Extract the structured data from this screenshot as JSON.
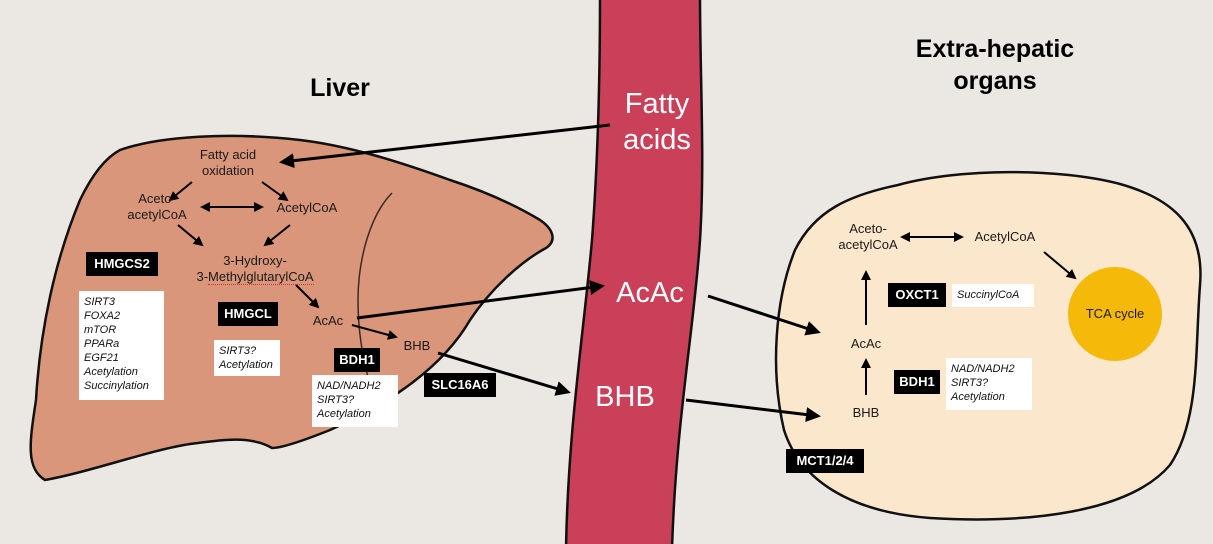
{
  "headings": {
    "liver": "Liver",
    "extra": [
      "Extra-hepatic",
      "organs"
    ]
  },
  "blood": {
    "fatty_acids": [
      "Fatty",
      "acids"
    ],
    "acac": "AcAc",
    "bhb": "BHB"
  },
  "liver": {
    "fao": [
      "Fatty acid",
      "oxidation"
    ],
    "acetoacetylcoa": [
      "Aceto-",
      "acetylCoA"
    ],
    "acetylcoa": "AcetylCoA",
    "hmgcoa_line1": "3-Hydroxy-",
    "hmgcoa_line2_prefix": "3-",
    "hmgcoa_line2_underlined": "MethylglutarylCoA",
    "acac": "AcAc",
    "bhb": "BHB"
  },
  "extra": {
    "acetoacetylcoa": [
      "Aceto-",
      "acetylCoA"
    ],
    "acetylcoa": "AcetylCoA",
    "acac": "AcAc",
    "bhb": "BHB",
    "tca": "TCA cycle"
  },
  "labels": {
    "hmgcs2": "HMGCS2",
    "hmgcl": "HMGCL",
    "bdh1_liver": "BDH1",
    "slc16a6": "SLC16A6",
    "oxct1": "OXCT1",
    "bdh1_extra": "BDH1",
    "mct": "MCT1/2/4"
  },
  "notes": {
    "hmgcs2": [
      "SIRT3",
      "FOXA2",
      "mTOR",
      "PPARa",
      "EGF21",
      "Acetylation",
      "Succinylation"
    ],
    "hmgcl": [
      "SIRT3?",
      "Acetylation"
    ],
    "bdh1_liver": [
      "NAD/NADH2",
      "SIRT3?",
      "Acetylation"
    ],
    "oxct1": [
      "SuccinylCoA"
    ],
    "bdh1_extra": [
      "NAD/NADH2",
      "SIRT3?",
      "Acetylation"
    ]
  },
  "colors": {
    "liver_fill": "#d9967a",
    "vessel_fill": "#c94058",
    "cell_fill": "#fbe8cc",
    "tca_fill": "#f5b90a",
    "background": "#ebe8e4"
  }
}
